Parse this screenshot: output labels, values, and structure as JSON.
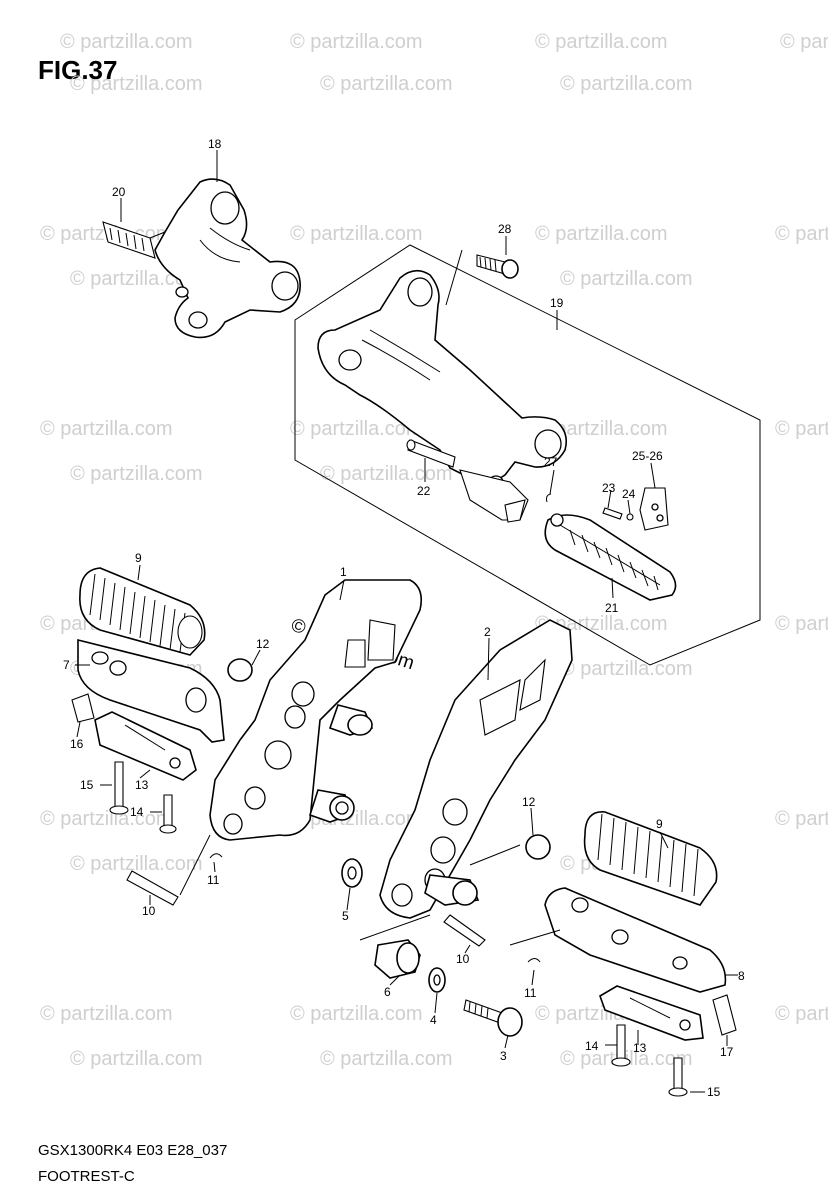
{
  "figure": {
    "title": "FIG.37",
    "model_code": "GSX1300RK4 E03 E28_037",
    "section_name": "FOOTREST-C"
  },
  "watermark": {
    "text": "© partzilla.com",
    "center_text": "© Partzilla.com"
  },
  "callouts": {
    "c1": "1",
    "c2": "2",
    "c3": "3",
    "c4": "4",
    "c5": "5",
    "c6": "6",
    "c7": "7",
    "c8": "8",
    "c9a": "9",
    "c9b": "9",
    "c10a": "10",
    "c10b": "10",
    "c11a": "11",
    "c11b": "11",
    "c12a": "12",
    "c12b": "12",
    "c13a": "13",
    "c13b": "13",
    "c14a": "14",
    "c14b": "14",
    "c15a": "15",
    "c15b": "15",
    "c16": "16",
    "c17": "17",
    "c18": "18",
    "c19": "19",
    "c20": "20",
    "c21": "21",
    "c22": "22",
    "c23": "23",
    "c24": "24",
    "c2526": "25-26",
    "c27": "27",
    "c28": "28"
  }
}
